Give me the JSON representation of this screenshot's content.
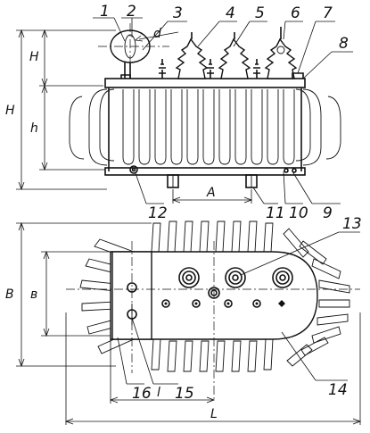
{
  "callouts": {
    "c1": "1",
    "c2": "2",
    "c3": "3",
    "c4": "4",
    "c5": "5",
    "c6": "6",
    "c7": "7",
    "c8": "8",
    "c9": "9",
    "c10": "10",
    "c11": "11",
    "c12": "12",
    "c13": "13",
    "c14": "14",
    "c15": "15",
    "c16": "16"
  },
  "dimensions": {
    "H_total": "H",
    "H_top": "H",
    "h": "h",
    "d": "d",
    "A": "A",
    "B": "B",
    "b": "в",
    "l": "l",
    "L": "L"
  }
}
